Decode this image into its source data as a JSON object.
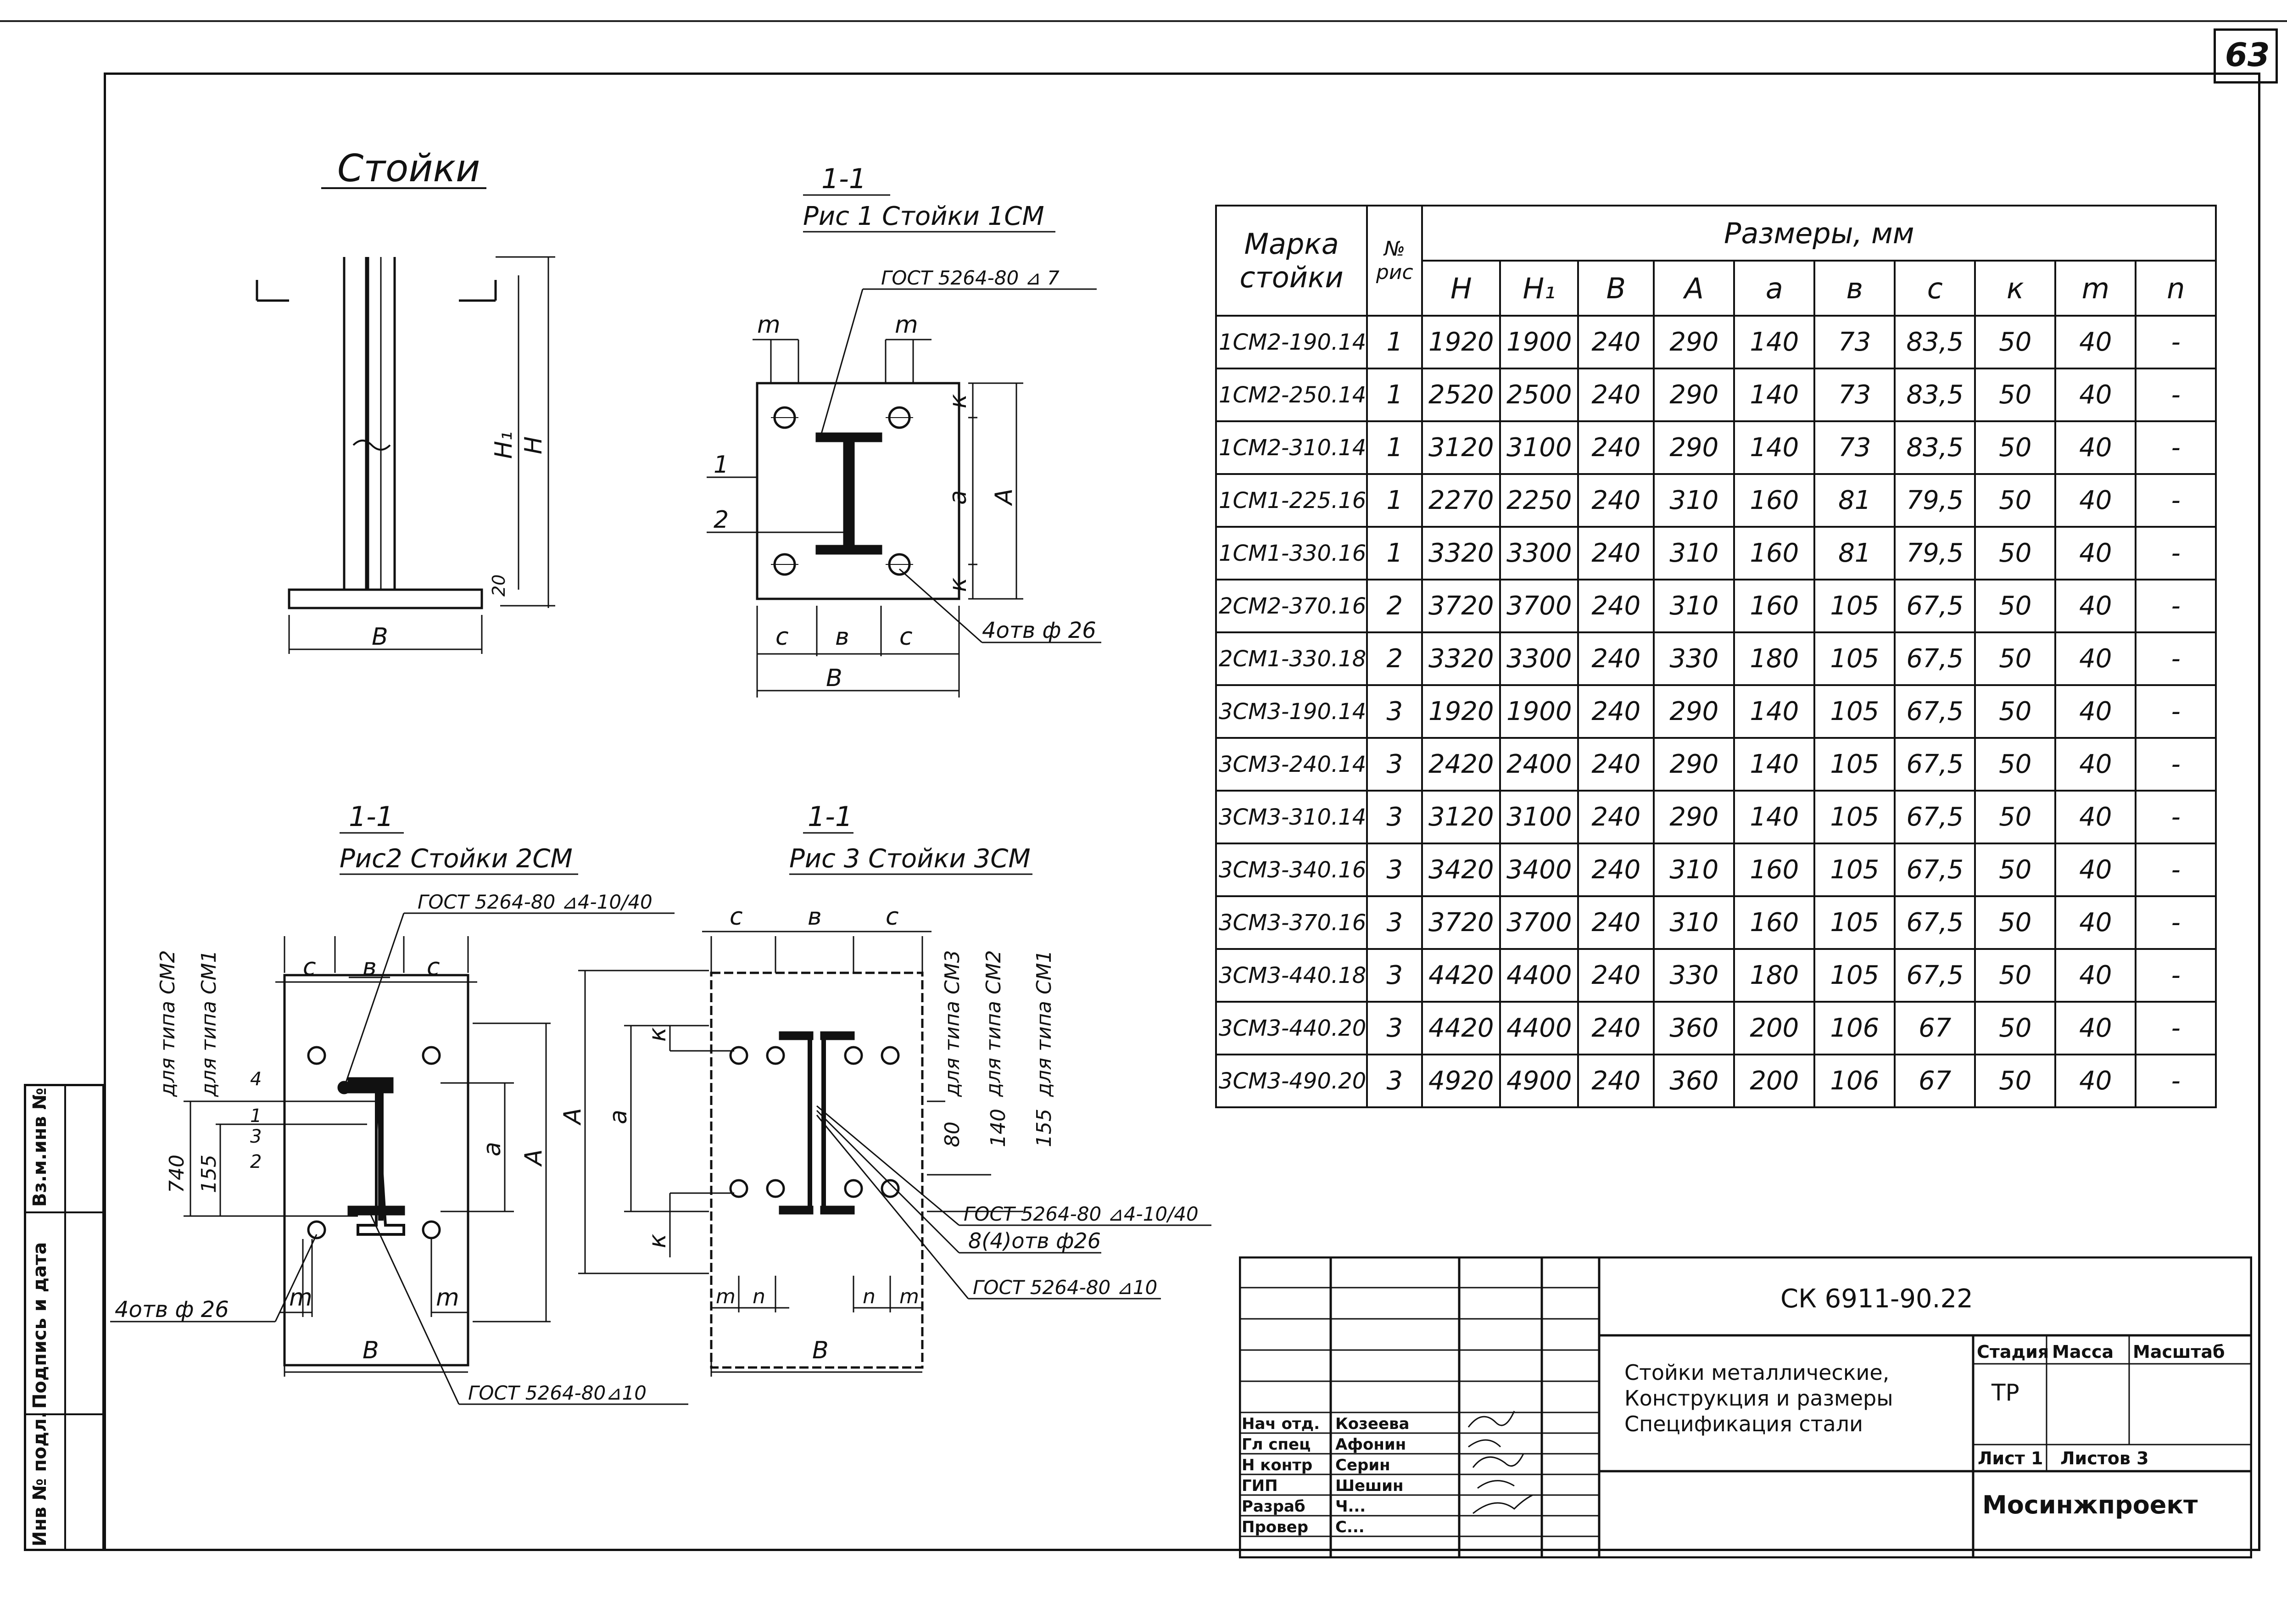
{
  "page_number": "63",
  "side_strip": {
    "inv_original": "Инв № подл.",
    "signature_date": "Подпись и дата",
    "replaces_inv": "Вз.м.инв №"
  },
  "drawing": {
    "main_title": "Стойки",
    "section_1_1": "1-1",
    "fig1_caption": "Рис 1  Стойки 1СМ",
    "fig2_caption": "Рис2  Стойки 2СМ",
    "fig3_caption": "Рис 3  Стойки 3СМ",
    "weld_fig1": "ГОСТ 5264-80 ⊿ 7",
    "weld_fig2_top": "ГОСТ 5264-80 ⊿4-10/40",
    "weld_fig2_bottom": "ГОСТ 5264-80⊿10",
    "weld_fig3_top": "ГОСТ 5264-80 ⊿4-10/40",
    "weld_fig3_bottom": "ГОСТ 5264-80 ⊿10",
    "holes_fig1": "4отв ф 26",
    "holes_fig2": "4отв ф 26",
    "holes_fig3": "8(4)отв ф26",
    "for_type_cm1": "для типа СМ1",
    "for_type_cm2": "для типа СМ2",
    "for_type_cm3": "для типа СМ3",
    "dim_labels": {
      "H": "H",
      "H1": "H₁",
      "B": "В",
      "b": "в",
      "c": "с",
      "m": "m",
      "n": "n",
      "k": "к",
      "a": "а",
      "A": "А",
      "twenty": "20",
      "d740": "740",
      "d155": "155",
      "d80": "80",
      "d140": "140",
      "n1": "1",
      "n2": "2",
      "n3": "3",
      "n4": "4"
    }
  },
  "spec_table": {
    "header_mark": "Марка стойки",
    "header_fig": "№ рис",
    "header_sizes": "Размеры, мм",
    "columns": [
      "H",
      "H₁",
      "В",
      "А",
      "а",
      "в",
      "с",
      "к",
      "m",
      "n"
    ],
    "rows": [
      [
        "1СМ2-190.14",
        "1",
        "1920",
        "1900",
        "240",
        "290",
        "140",
        "73",
        "83,5",
        "50",
        "40",
        "-"
      ],
      [
        "1СМ2-250.14",
        "1",
        "2520",
        "2500",
        "240",
        "290",
        "140",
        "73",
        "83,5",
        "50",
        "40",
        "-"
      ],
      [
        "1СМ2-310.14",
        "1",
        "3120",
        "3100",
        "240",
        "290",
        "140",
        "73",
        "83,5",
        "50",
        "40",
        "-"
      ],
      [
        "1СМ1-225.16",
        "1",
        "2270",
        "2250",
        "240",
        "310",
        "160",
        "81",
        "79,5",
        "50",
        "40",
        "-"
      ],
      [
        "1СМ1-330.16",
        "1",
        "3320",
        "3300",
        "240",
        "310",
        "160",
        "81",
        "79,5",
        "50",
        "40",
        "-"
      ],
      [
        "2СМ2-370.16",
        "2",
        "3720",
        "3700",
        "240",
        "310",
        "160",
        "105",
        "67,5",
        "50",
        "40",
        "-"
      ],
      [
        "2СМ1-330.18",
        "2",
        "3320",
        "3300",
        "240",
        "330",
        "180",
        "105",
        "67,5",
        "50",
        "40",
        "-"
      ],
      [
        "3СМ3-190.14",
        "3",
        "1920",
        "1900",
        "240",
        "290",
        "140",
        "105",
        "67,5",
        "50",
        "40",
        "-"
      ],
      [
        "3СМ3-240.14",
        "3",
        "2420",
        "2400",
        "240",
        "290",
        "140",
        "105",
        "67,5",
        "50",
        "40",
        "-"
      ],
      [
        "3СМ3-310.14",
        "3",
        "3120",
        "3100",
        "240",
        "290",
        "140",
        "105",
        "67,5",
        "50",
        "40",
        "-"
      ],
      [
        "3СМ3-340.16",
        "3",
        "3420",
        "3400",
        "240",
        "310",
        "160",
        "105",
        "67,5",
        "50",
        "40",
        "-"
      ],
      [
        "3СМ3-370.16",
        "3",
        "3720",
        "3700",
        "240",
        "310",
        "160",
        "105",
        "67,5",
        "50",
        "40",
        "-"
      ],
      [
        "3СМ3-440.18",
        "3",
        "4420",
        "4400",
        "240",
        "330",
        "180",
        "105",
        "67,5",
        "50",
        "40",
        "-"
      ],
      [
        "3СМ3-440.20",
        "3",
        "4420",
        "4400",
        "240",
        "360",
        "200",
        "106",
        "67",
        "50",
        "40",
        "-"
      ],
      [
        "3СМ3-490.20",
        "3",
        "4920",
        "4900",
        "240",
        "360",
        "200",
        "106",
        "67",
        "50",
        "40",
        "-"
      ]
    ]
  },
  "title_block": {
    "doc_code": "СК 6911-90.22",
    "title_lines": [
      "Стойки металлические,",
      "Конструкция и размеры",
      "Спецификация стали"
    ],
    "stage_header": "Стадия",
    "mass_header": "Масса",
    "scale_header": "Масштаб",
    "stage_value": "ТР",
    "sheet_label": "Лист 1",
    "sheets_label": "Листов 3",
    "organization": "Мосинжпроект",
    "roles": [
      {
        "role": "Нач отд.",
        "name": "Козеева"
      },
      {
        "role": "Гл спец",
        "name": "Афонин"
      },
      {
        "role": "Н контр",
        "name": "Серин"
      },
      {
        "role": "ГИП",
        "name": "Шешин"
      },
      {
        "role": "Разраб",
        "name": "Ч..."
      },
      {
        "role": "Провер",
        "name": "С..."
      }
    ]
  }
}
